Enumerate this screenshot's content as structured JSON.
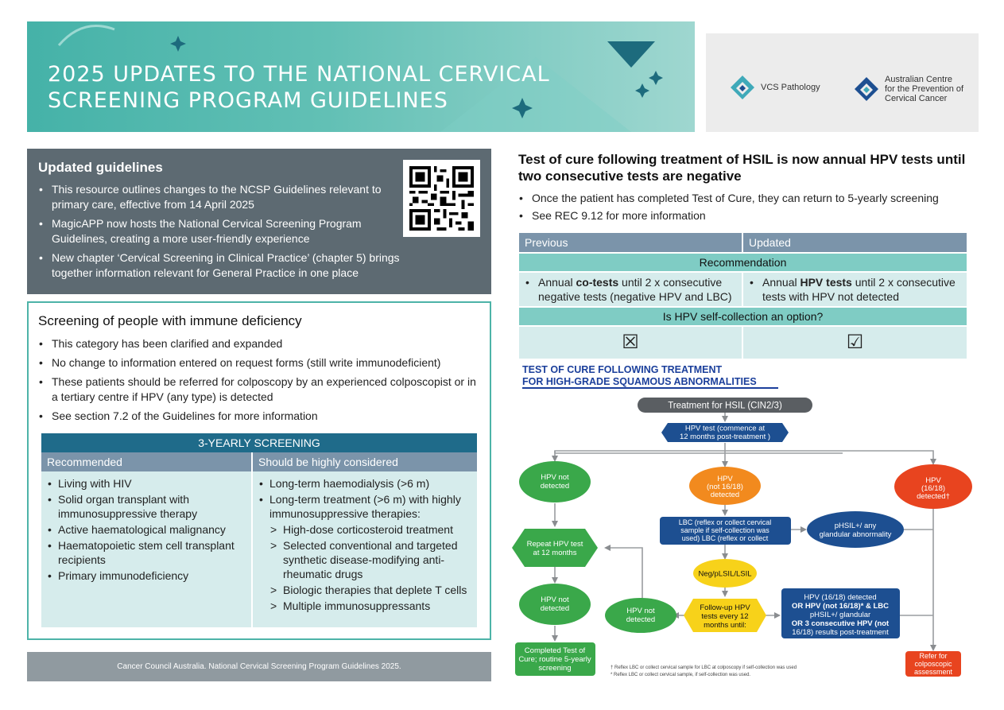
{
  "header": {
    "title_line1": "2025 UPDATES TO THE NATIONAL CERVICAL",
    "title_line2": "SCREENING PROGRAM GUIDELINES"
  },
  "logos": {
    "vcs": "VCS Pathology",
    "acpcc_line1": "Australian Centre",
    "acpcc_line2": "for the Prevention of",
    "acpcc_line3": "Cervical Cancer"
  },
  "updated": {
    "heading": "Updated guidelines",
    "items": [
      "This resource outlines changes to the NCSP Guidelines relevant to primary care, effective from 14 April 2025",
      "MagicAPP now hosts the National Cervical Screening Program Guidelines, creating a more user-friendly experience",
      "New chapter ‘Cervical Screening in Clinical Practice’ (chapter 5) brings together information relevant for General Practice in one place"
    ]
  },
  "immune": {
    "heading": "Screening of people with immune deficiency",
    "items": [
      "This category has been clarified and expanded",
      "No change to information entered on request forms (still write immunodeficient)",
      "These patients should be referred for colposcopy by an experienced colposcopist or in a tertiary centre if HPV (any type) is detected",
      "See section 7.2 of the Guidelines for more information"
    ],
    "table": {
      "title": "3-YEARLY SCREENING",
      "col1_header": "Recommended",
      "col2_header": "Should be highly considered",
      "col1_items": [
        "Living with HIV",
        "Solid organ transplant with immunosuppressive therapy",
        "Active haematological malignancy",
        "Haematopoietic stem cell transplant recipients",
        "Primary immunodeficiency"
      ],
      "col2_items": [
        "Long-term haemodialysis (>6 m)",
        "Long-term treatment (>6 m) with highly immunosuppressive therapies:"
      ],
      "col2_subitems": [
        "High-dose corticosteroid treatment",
        "Selected conventional and targeted synthetic disease-modifying anti-rheumatic drugs",
        "Biologic therapies that deplete T cells",
        "Multiple immunosuppressants"
      ]
    }
  },
  "footer": "Cancer Council Australia. National Cervical Screening Program Guidelines 2025.",
  "test_of_cure": {
    "heading": "Test of cure following treatment of HSIL is now annual HPV tests until two consecutive tests are negative",
    "items": [
      "Once the patient has completed Test of Cure, they can return to 5-yearly screening",
      "See REC 9.12 for more information"
    ],
    "table": {
      "previous": "Previous",
      "updated": "Updated",
      "recommendation": "Recommendation",
      "prev_pre": "Annual ",
      "prev_bold": "co-tests",
      "prev_post": " until 2 x consecutive negative tests (negative HPV and LBC)",
      "upd_pre": "Annual ",
      "upd_bold": "HPV tests",
      "upd_post": " until 2 x consecutive tests with HPV not detected",
      "self_collection": "Is HPV self-collection an option?",
      "prev_symbol": "☒",
      "upd_symbol": "☑"
    }
  },
  "flowchart": {
    "title_line1": "TEST OF CURE FOLLOWING TREATMENT",
    "title_line2": "FOR HIGH-GRADE SQUAMOUS ABNORMALITIES",
    "treatment": "Treatment for HSIL (CIN2/3)",
    "hpv_test_l1": "HPV test (commence at",
    "hpv_test_l2": "12 months post-treatment )",
    "not_detected_l1": "HPV not",
    "not_detected_l2": "detected",
    "hpv_not1618_l1": "HPV",
    "hpv_not1618_l2": "(not 16/18)",
    "hpv_not1618_l3": "detected",
    "hpv_1618_l1": "HPV",
    "hpv_1618_l2": "(16/18)",
    "hpv_1618_l3": "detected†",
    "lbc_l1": "LBC (reflex or collect cervical",
    "lbc_l2": "sample if self-collection was",
    "lbc_l3": "used) LBC (reflex or collect",
    "phsil_l1": "pHSIL+/ any",
    "phsil_l2": "glandular abnormality",
    "repeat_l1": "Repeat HPV test",
    "repeat_l2": "at 12 months",
    "neg_lsil": "Neg/pLSIL/LSIL",
    "followup_l1": "Follow-up HPV",
    "followup_l2": "tests every 12",
    "followup_l3": "months until:",
    "hpv_not_det2_l1": "HPV not",
    "hpv_not_det2_l2": "detected",
    "hpv_not_det3_l1": "HPV not",
    "hpv_not_det3_l2": "detected",
    "outcomes_l1": "HPV (16/18) detected",
    "outcomes_l2": "OR HPV (not 16/18)* & LBC",
    "outcomes_l3": "pHSIL+/ glandular",
    "outcomes_l4": "OR 3 consecutive HPV (not",
    "outcomes_l5": "16/18) results post-treatment",
    "completed_l1": "Completed Test of",
    "completed_l2": "Cure; routine 5-yearly",
    "completed_l3": "screening",
    "refer_l1": "Refer for",
    "refer_l2": "colposcopic",
    "refer_l3": "assessment",
    "footnote1": "† Reflex LBC or collect cervical sample for LBC at colposcopy if self-collection was used",
    "footnote2": "* Reflex LBC or collect cervical sample, if self-collection was used.",
    "colors": {
      "green": "#3aa84a",
      "orange": "#f28a1e",
      "red": "#e8441f",
      "navy": "#1d4f91",
      "yellow": "#f7d21a",
      "grey": "#5a5e62"
    }
  }
}
